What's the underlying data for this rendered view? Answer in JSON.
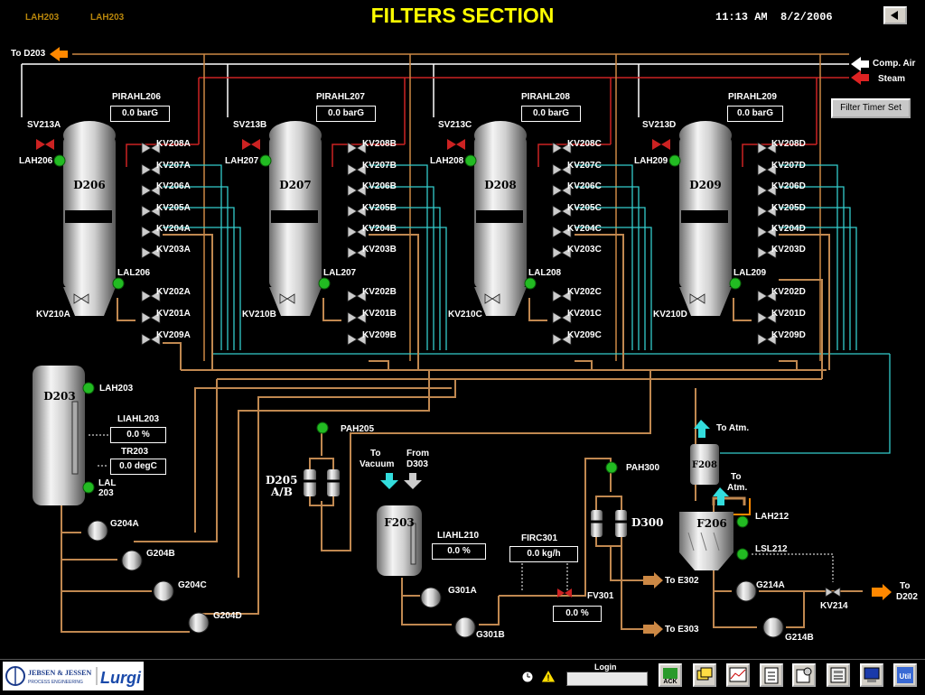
{
  "header": {
    "title": "FILTERS SECTION",
    "time": "11:13 AM",
    "date": "8/2/2006",
    "alarm_tags": [
      "LAH203",
      "LAH203"
    ]
  },
  "utilities": {
    "to_d203": "To D203",
    "comp_air": "Comp. Air",
    "steam": "Steam",
    "filter_timer_button": "Filter Timer Set"
  },
  "filters": [
    {
      "vessel": "D206",
      "pressure_tag": "PIRAHL206",
      "pressure": "0.0 barG",
      "sv": "SV213A",
      "lah": "LAH206",
      "lal": "LAL206",
      "drain": "KV210A",
      "valves_top": [
        "KV208A",
        "KV207A",
        "KV206A",
        "KV205A",
        "KV204A",
        "KV203A"
      ],
      "valves_bottom": [
        "KV202A",
        "KV201A",
        "KV209A"
      ]
    },
    {
      "vessel": "D207",
      "pressure_tag": "PIRAHL207",
      "pressure": "0.0 barG",
      "sv": "SV213B",
      "lah": "LAH207",
      "lal": "LAL207",
      "drain": "KV210B",
      "valves_top": [
        "KV208B",
        "KV207B",
        "KV206B",
        "KV205B",
        "KV204B",
        "KV203B"
      ],
      "valves_bottom": [
        "KV202B",
        "KV201B",
        "KV209B"
      ]
    },
    {
      "vessel": "D208",
      "pressure_tag": "PIRAHL208",
      "pressure": "0.0 barG",
      "sv": "SV213C",
      "lah": "LAH208",
      "lal": "LAL208",
      "drain": "KV210C",
      "valves_top": [
        "KV208C",
        "KV207C",
        "KV206C",
        "KV205C",
        "KV204C",
        "KV203C"
      ],
      "valves_bottom": [
        "KV202C",
        "KV201C",
        "KV209C"
      ]
    },
    {
      "vessel": "D209",
      "pressure_tag": "PIRAHL209",
      "pressure": "0.0 barG",
      "sv": "SV213D",
      "lah": "LAH209",
      "lal": "LAL209",
      "drain": "KV210D",
      "valves_top": [
        "KV208D",
        "KV207D",
        "KV206D",
        "KV205D",
        "KV204D",
        "KV203D"
      ],
      "valves_bottom": [
        "KV202D",
        "KV201D",
        "KV209D"
      ]
    }
  ],
  "d203": {
    "vessel": "D203",
    "lah": "LAH203",
    "level_tag": "LIAHL203",
    "level": "0.0 %",
    "temp_tag": "TR203",
    "temp": "0.0 degC",
    "lal_line1": "LAL",
    "lal_line2": "203",
    "pumps": [
      "G204A",
      "G204B",
      "G204C",
      "G204D"
    ]
  },
  "d205": {
    "line1": "D205",
    "line2": "A/B",
    "pah": "PAH205"
  },
  "f203": {
    "vessel": "F203",
    "to_vacuum_1": "To",
    "to_vacuum_2": "Vacuum",
    "from_d303_1": "From",
    "from_d303_2": "D303",
    "level_tag": "LIAHL210",
    "level": "0.0 %",
    "pumps": [
      "G301A",
      "G301B"
    ]
  },
  "firc": {
    "tag": "FIRC301",
    "value": "0.0 kg/h",
    "valve": "FV301",
    "valve_value": "0.0 %"
  },
  "d300": {
    "vessel": "D300",
    "pah": "PAH300",
    "to_e302": "To E302",
    "to_e303": "To E303"
  },
  "f206": {
    "vessel": "F206",
    "f208": "F208",
    "to_atm_top": "To Atm.",
    "to_atm_1": "To",
    "to_atm_2": "Atm.",
    "lah": "LAH212",
    "lsl": "LSL212",
    "pumps": [
      "G214A",
      "G214B"
    ],
    "kv": "KV214",
    "to_d202_1": "To",
    "to_d202_2": "D202"
  },
  "footer": {
    "logo_left_1": "JEBSEN & JESSEN",
    "logo_left_2": "PROCESS ENGINEERING",
    "logo_right": "Lurgi",
    "login_label": "Login",
    "ack_label": "ACK",
    "util_label": "Util"
  },
  "colors": {
    "accent_title": "#ffff00",
    "pipe_orange": "#cc8844",
    "pipe_cyan": "#33cccc",
    "pipe_red": "#cc2222",
    "pipe_white": "#ffffff",
    "pipe_tan": "#c08850"
  }
}
